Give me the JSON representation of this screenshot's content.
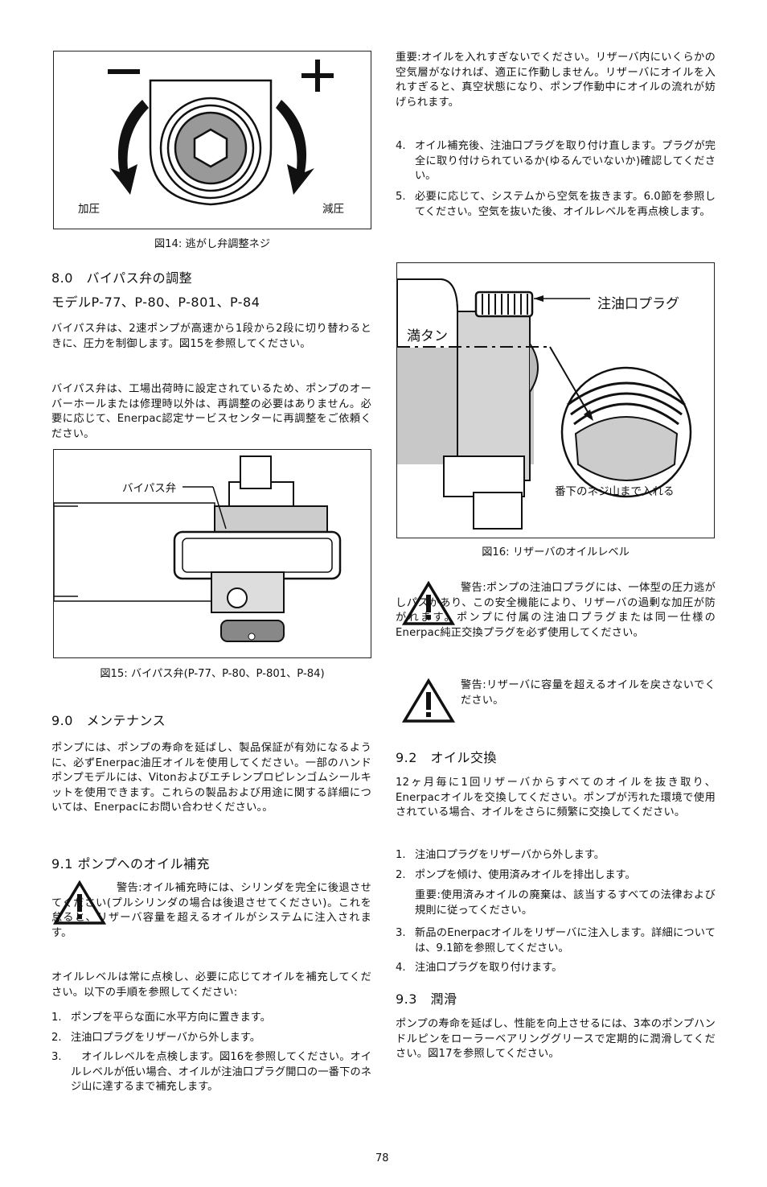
{
  "fig14": {
    "minus": "－",
    "plus": "＋",
    "left_label": "加圧",
    "right_label": "減圧",
    "caption": "図14: 逃がし弁調整ネジ"
  },
  "sec80": {
    "title": "8.0　バイパス弁の調整",
    "subtitle": "モデルP-77、P-80、P-801、P-84",
    "p1": "バイパス弁は、2速ポンプが高速から1段から2段に切り替わるときに、圧力を制御します。図15を参照してください。",
    "p2": "バイパス弁は、工場出荷時に設定されているため、ポンプのオーバーホールまたは修理時以外は、再調整の必要はありません。必要に応じて、Enerpac認定サービスセンターに再調整をご依頼ください。"
  },
  "fig15": {
    "label": "バイパス弁",
    "caption": "図15: バイパス弁(P-77、P-80、P-801、P-84)"
  },
  "sec90": {
    "title": "9.0　メンテナンス",
    "p1": "ポンプには、ポンプの寿命を延ばし、製品保証が有効になるように、必ずEnerpac油圧オイルを使用してください。一部のハンドポンプモデルには、Vitonおよびエチレンプロピレンゴムシールキットを使用できます。これらの製品および用途に関する詳細については、Enerpacにお問い合わせください。。"
  },
  "sec91": {
    "title": "9.1 ポンプへのオイル補充",
    "warning": "警告:オイル補充時には、シリンダを完全に後退させてください(プルシリンダの場合は後退させてください)。これを怠ると、リザーバ容量を超えるオイルがシステムに注入されます。",
    "p1": "オイルレベルは常に点検し、必要に応じてオイルを補充してください。以下の手順を参照してください:",
    "steps": [
      {
        "n": "1.",
        "t": "ポンプを平らな面に水平方向に置きます。"
      },
      {
        "n": "2.",
        "t": "注油口プラグをリザーバから外します。"
      },
      {
        "n": "3.",
        "t": "　オイルレベルを点検します。図16を参照してください。オイルレベルが低い場合、オイルが注油口プラグ開口の一番下のネジ山に達するまで補充します。"
      }
    ],
    "important": "重要:オイルを入れすぎないでください。リザーバ内にいくらかの空気層がなければ、適正に作動しません。リザーバにオイルを入れすぎると、真空状態になり、ポンプ作動中にオイルの流れが妨げられます。",
    "steps2": [
      {
        "n": "4.",
        "t": "オイル補充後、注油口プラグを取り付け直します。プラグが完全に取り付けられているか(ゆるんでいないか)確認してください。"
      },
      {
        "n": "5.",
        "t": "必要に応じて、システムから空気を抜きます。6.0節を参照してください。空気を抜いた後、オイルレベルを再点検します。"
      }
    ]
  },
  "fig16": {
    "plug_label": "注油口プラグ",
    "full_label": "満タン",
    "thread_label": "番下のネジ山まで入れる",
    "caption": "図16: リザーバのオイルレベル"
  },
  "warn2": "警告:ポンプの注油口プラグには、一体型の圧力逃がしパスがあり、この安全機能により、リザーバの過剰な加圧が防がれます。ポンプに付属の注油口プラグまたは同一仕様のEnerpac純正交換プラグを必ず使用してください。",
  "warn3": "警告:リザーバに容量を超えるオイルを戻さないでください。",
  "sec92": {
    "title": "9.2　オイル交換",
    "p1": "12ヶ月毎に1回リザーバからすべてのオイルを抜き取り、Enerpacオイルを交換してください。ポンプが汚れた環境で使用されている場合、オイルをさらに頻繁に交換してください。",
    "steps": [
      {
        "n": "1.",
        "t": "注油口プラグをリザーバから外します。"
      },
      {
        "n": "2.",
        "t": "ポンプを傾け、使用済みオイルを排出します。"
      }
    ],
    "important": "重要:使用済みオイルの廃棄は、該当するすべての法律および規則に従ってください。",
    "steps2": [
      {
        "n": "3.",
        "t": "新品のEnerpacオイルをリザーバに注入します。詳細については、9.1節を参照してください。"
      },
      {
        "n": "4.",
        "t": "注油口プラグを取り付けます。"
      }
    ]
  },
  "sec93": {
    "title": "9.3　潤滑",
    "p1": "ポンプの寿命を延ばし、性能を向上させるには、3本のポンプハンドルピンをローラーベアリンググリースで定期的に潤滑してください。図17を参照してください。"
  },
  "page_number": "78"
}
